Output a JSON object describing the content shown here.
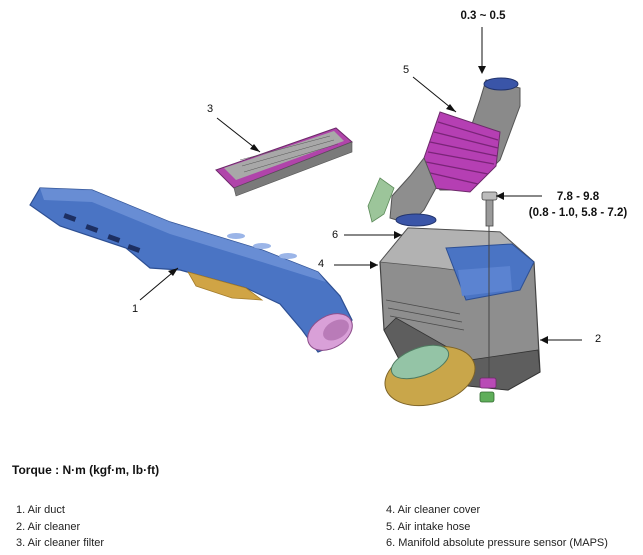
{
  "diagram": {
    "callouts": {
      "c1": "1",
      "c2": "2",
      "c3": "3",
      "c4": "4",
      "c5": "5",
      "c6": "6"
    },
    "torque_top": "0.3 ~ 0.5",
    "torque_bolt_line1": "7.8 -  9.8",
    "torque_bolt_line2": "(0.8 - 1.0, 5.8 -  7.2)"
  },
  "torque_title": "Torque : N·m (kgf·m, lb·ft)",
  "legend": {
    "left": [
      "1. Air duct",
      "2. Air cleaner",
      "3. Air cleaner filter"
    ],
    "right": [
      "4. Air cleaner cover",
      "5. Air intake hose",
      "6. Manifold absolute pressure sensor (MAPS)"
    ]
  },
  "colors": {
    "duct_blue": "#4a74c4",
    "hose_magenta": "#b53fb3",
    "housing_gray": "#8e8e8e",
    "inlet_gold": "#c9a64a"
  }
}
